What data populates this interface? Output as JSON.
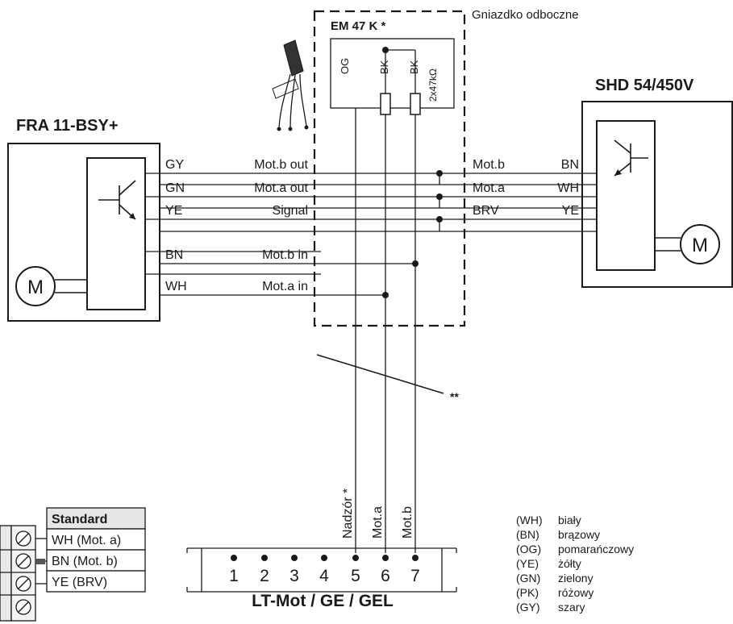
{
  "em_module": {
    "title": "EM 47 K *",
    "note": "Gniazdko odboczne",
    "leads": [
      "OG",
      "BK",
      "BK"
    ],
    "resistor_label": "2x47kΩ"
  },
  "fra_device": {
    "title": "FRA 11-BSY+",
    "motor_label": "M",
    "wires": [
      {
        "color": "GY",
        "signal": "Mot.b out"
      },
      {
        "color": "GN",
        "signal": "Mot.a out"
      },
      {
        "color": "YE",
        "signal": "Signal"
      },
      {
        "color": "BN",
        "signal": "Mot.b in"
      },
      {
        "color": "WH",
        "signal": "Mot.a in"
      }
    ]
  },
  "shd_device": {
    "title": "SHD 54/450V",
    "motor_label": "M",
    "wires": [
      {
        "signal": "Mot.b",
        "color": "BN"
      },
      {
        "signal": "Mot.a",
        "color": "WH"
      },
      {
        "signal": "BRV",
        "color": "YE"
      }
    ]
  },
  "cable_note": "**",
  "vertical_labels": [
    "Nadzór *",
    "Mot.a",
    "Mot.b"
  ],
  "terminal_block": {
    "title": "LT-Mot / GE / GEL",
    "numbers": [
      "1",
      "2",
      "3",
      "4",
      "5",
      "6",
      "7"
    ]
  },
  "standard_table": {
    "header": "Standard",
    "rows": [
      "WH (Mot. a)",
      "BN (Mot. b)",
      "YE (BRV)"
    ]
  },
  "legend": [
    {
      "code": "(WH)",
      "name": "biały"
    },
    {
      "code": "(BN)",
      "name": "brązowy"
    },
    {
      "code": "(OG)",
      "name": "pomarańczowy"
    },
    {
      "code": "(YE)",
      "name": "żółty"
    },
    {
      "code": "(GN)",
      "name": "zielony"
    },
    {
      "code": "(PK)",
      "name": "różowy"
    },
    {
      "code": "(GY)",
      "name": "szary"
    }
  ]
}
